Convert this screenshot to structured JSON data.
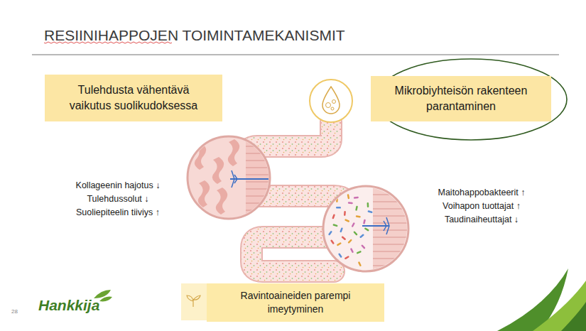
{
  "diagram": {
    "title": "RESIINIHAPPOJEN TOIMINTAMEKANISMIT",
    "nodes": [
      {
        "text": [
          "Tulehdusta vähentävä vaikutus suolikudoksessa"
        ]
      },
      {
        "text": [
          "Mikrobiyhteisön rakenteen parantaminen"
        ]
      },
      {
        "text": [
          "Ravintoaineiden parempi imeytyminen"
        ]
      }
    ],
    "labels": [
      "Kollageenin hajotus ↓",
      "Tulehdussolut ↓",
      "Suoliepiteelin tiiviys ↑",
      "Maitohappobakteerit ↑",
      "Voihapon tuottajat ↑",
      "Taudinaiheuttajat ↓",
      "Hankkija",
      "28"
    ]
  }
}
